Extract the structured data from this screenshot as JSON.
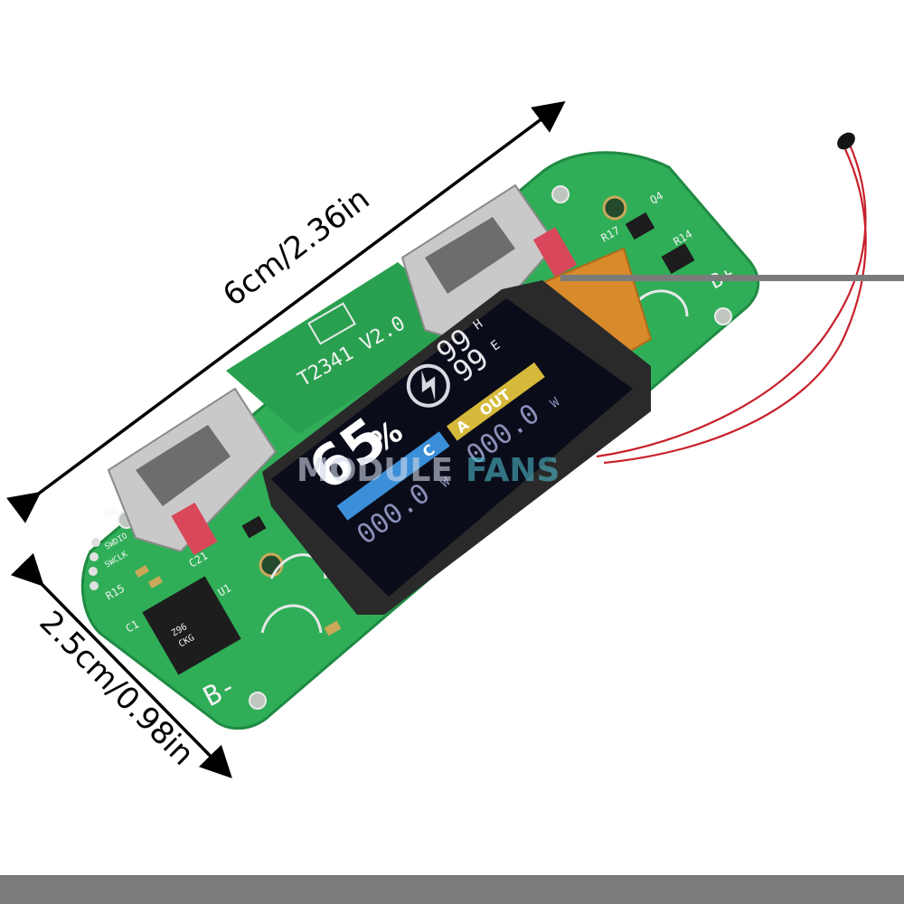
{
  "dimensions": {
    "length_label": "6cm/2.36in",
    "width_label": "2.5cm/0.98in"
  },
  "board": {
    "model_text": "T2341 V2.0",
    "b_minus": "B-",
    "b_plus": "B+",
    "gnd": "GND",
    "swdio": "SWDIO",
    "swclk": "SWCLK",
    "c21": "C21",
    "c1": "C1",
    "u1": "U1",
    "r15": "R15",
    "q4": "Q4",
    "r14": "R14",
    "r17": "R17",
    "chip_text_1": "Z96",
    "chip_text_2": "CKG"
  },
  "display": {
    "percent": "65",
    "percent_sign": "%",
    "value_top": "99",
    "unit_top": "H",
    "value_mid": "99",
    "unit_mid": "E",
    "label_c": "C",
    "label_a": "A",
    "label_out": "OUT",
    "reading_left": "000.0",
    "reading_right": "000.0",
    "unit_w": "W"
  },
  "watermark": {
    "part1": "MODULE",
    "part2": "FANS"
  },
  "colors": {
    "pcb": "#2fae57",
    "pcb_dark": "#1f8a43",
    "lcd_bg": "#0b0c1a",
    "bar_blue": "#3b8fd8",
    "bar_yellow": "#d6b93a",
    "wire": "#c8202a",
    "bottom_bar": "#7b7b7b"
  }
}
